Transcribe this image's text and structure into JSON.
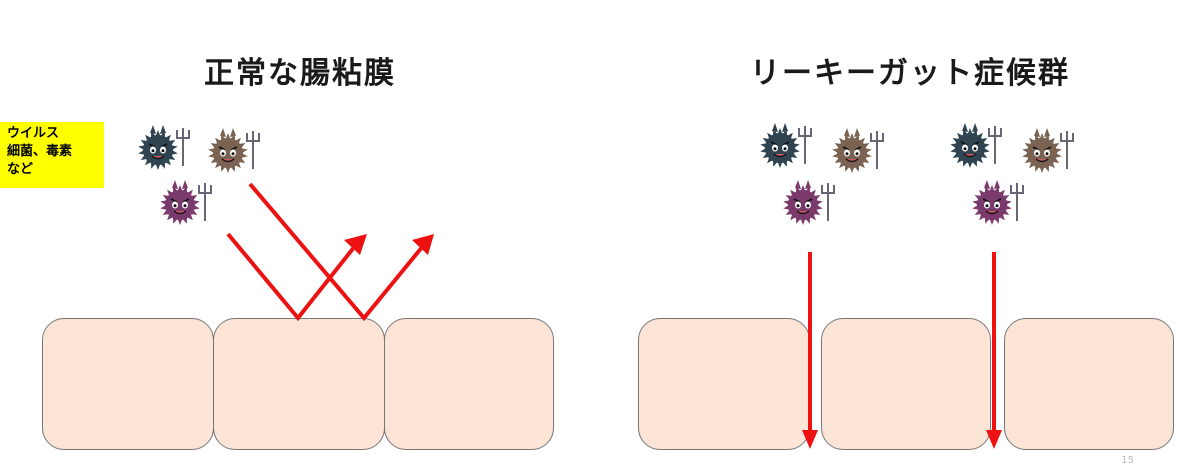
{
  "diagram": {
    "left_title": "正常な腸粘膜",
    "right_title": "リーキーガット症候群",
    "label_lines": [
      "ウイルス",
      "細菌、毒素",
      "など"
    ]
  },
  "colors": {
    "cell_fill": "#fce4d6",
    "cell_border": "#777777",
    "arrow": "#ee1111",
    "label_bg": "#ffff00",
    "germ_navy": "#2f4450",
    "germ_brown": "#7a6352",
    "germ_purple": "#7a3a6c"
  },
  "icons": [
    "germ-navy-icon",
    "germ-brown-icon",
    "germ-purple-icon"
  ],
  "slide_number": "15"
}
